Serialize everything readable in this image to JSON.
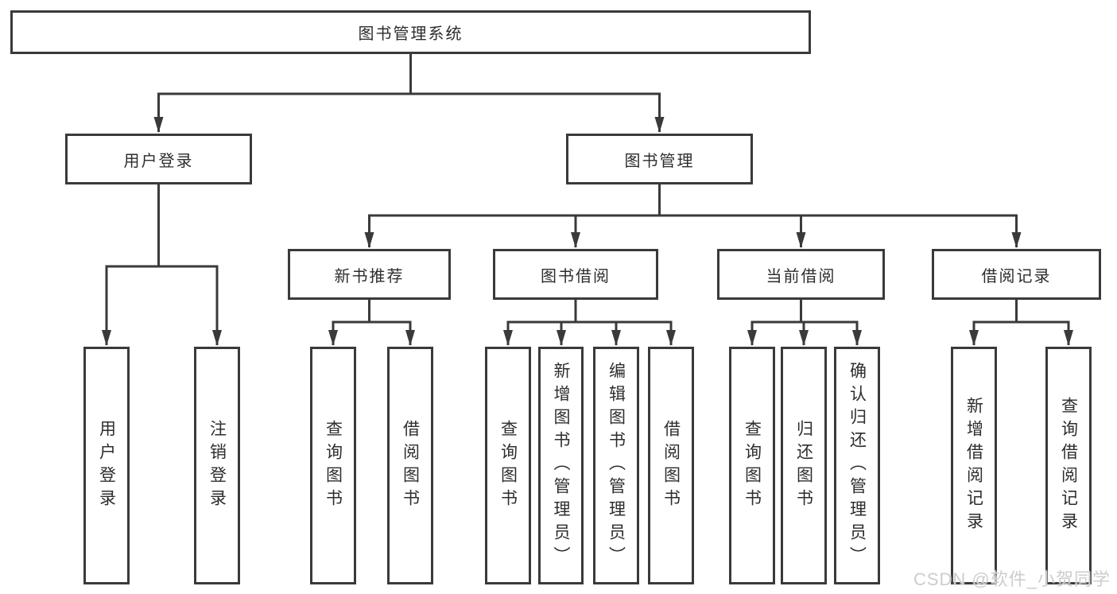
{
  "diagram": {
    "title": "图书管理系统",
    "root": {
      "label": "图书管理系统"
    },
    "level2": [
      {
        "label": "用户登录"
      },
      {
        "label": "图书管理"
      }
    ],
    "level3": [
      {
        "label": "新书推荐"
      },
      {
        "label": "图书借阅"
      },
      {
        "label": "当前借阅"
      },
      {
        "label": "借阅记录"
      }
    ],
    "leaves": {
      "user_login": [
        "用户登录",
        "注销登录"
      ],
      "new_books": [
        "查询图书",
        "借阅图书"
      ],
      "book_borrow": [
        "查询图书",
        "新增图书（管理员）",
        "编辑图书（管理员）",
        "借阅图书"
      ],
      "current_borrow": [
        "查询图书",
        "归还图书",
        "确认归还（管理员）"
      ],
      "borrow_records": [
        "新增借阅记录",
        "查询借阅记录"
      ]
    },
    "hierarchy_note": "root -> [用户登录, 图书管理]; 用户登录 -> [用户登录, 注销登录]; 图书管理 -> [新书推荐, 图书借阅, 当前借阅, 借阅记录]"
  },
  "watermark": "CSDN @软件_小贺同学",
  "colors": {
    "line": "#3a3a3a",
    "text": "#2d2d2d",
    "background": "#ffffff",
    "watermark": "#cdcdcd"
  }
}
